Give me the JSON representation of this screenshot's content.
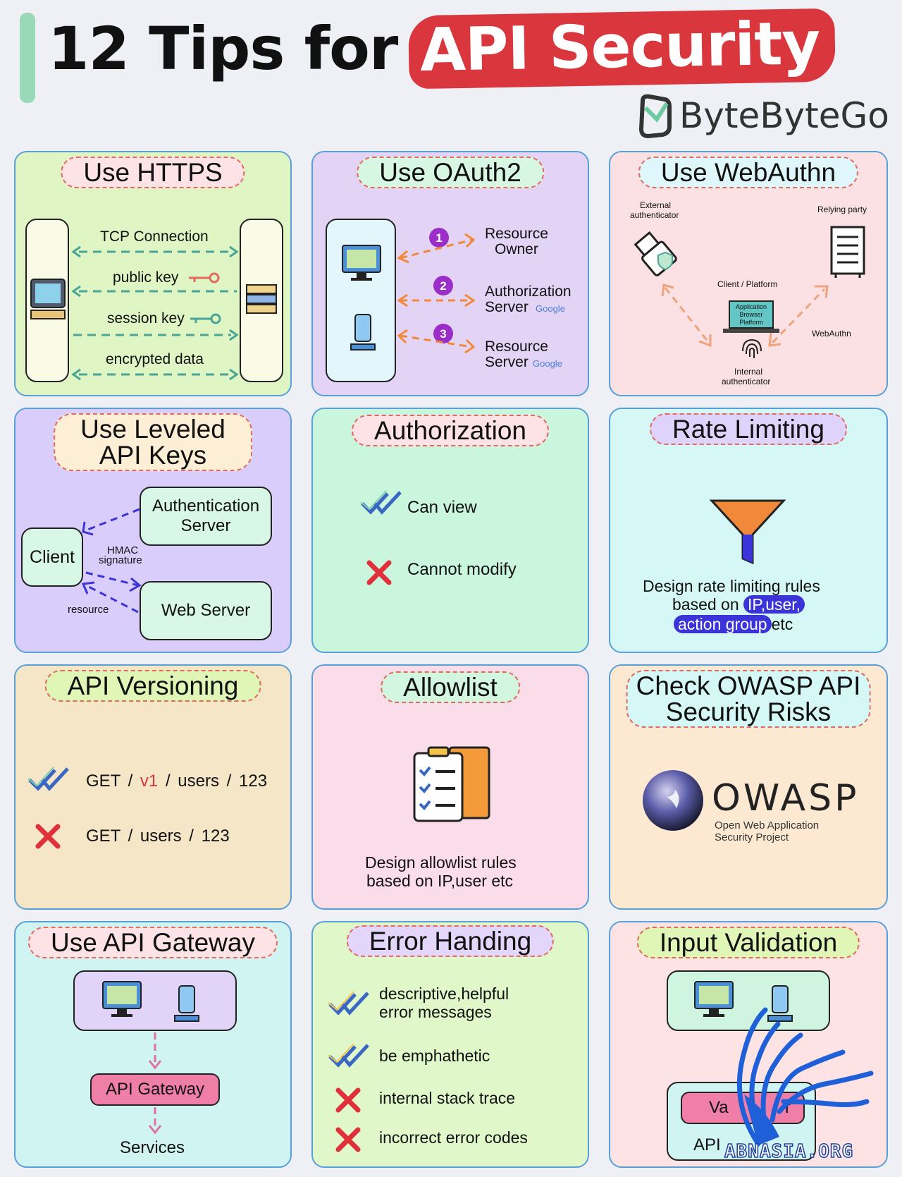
{
  "header": {
    "title_prefix": "12 Tips for",
    "title_highlight": "API Security",
    "brand": "ByteByteGo"
  },
  "panels": {
    "https": {
      "title": "Use HTTPS",
      "tcp": "TCP Connection",
      "public_key": "public key",
      "session_key": "session key",
      "encrypted": "encrypted data"
    },
    "oauth2": {
      "title": "Use OAuth2",
      "steps": [
        "1",
        "2",
        "3"
      ],
      "owner_1": "Resource",
      "owner_2": "Owner",
      "auth_1": "Authorization",
      "auth_2": "Server",
      "res_1": "Resource",
      "res_2": "Server",
      "google": "Google"
    },
    "webauthn": {
      "title": "Use WebAuthn",
      "external_1": "External",
      "external_2": "authenticator",
      "relying": "Relying party",
      "client": "Client / Platform",
      "app_1": "Application",
      "app_2": "Browser",
      "app_3": "Platform",
      "webauthn": "WebAuthn",
      "internal_1": "Internal",
      "internal_2": "authenticator"
    },
    "apikeys": {
      "title_1": "Use Leveled",
      "title_2": "API Keys",
      "client": "Client",
      "auth_1": "Authentication",
      "auth_2": "Server",
      "hmac_1": "HMAC",
      "hmac_2": "signature",
      "web": "Web Server",
      "resource": "resource"
    },
    "authorization": {
      "title": "Authorization",
      "can_view": "Can view",
      "cannot_modify": "Cannot modify"
    },
    "rate": {
      "title": "Rate Limiting",
      "line_1": "Design rate limiting rules",
      "based_on": "based on",
      "pill_1": "IP,user,",
      "pill_2": "action group",
      "etc": "etc"
    },
    "versioning": {
      "title": "API Versioning",
      "get": "GET",
      "slash": "/",
      "v1": "v1",
      "users": "users",
      "id": "123"
    },
    "allowlist": {
      "title": "Allowlist",
      "line_1": "Design allowlist rules",
      "line_2": "based on IP,user etc"
    },
    "owasp": {
      "title_1": "Check OWASP API",
      "title_2": "Security Risks",
      "logo": "OWASP",
      "sub_1": "Open Web Application",
      "sub_2": "Security Project"
    },
    "gateway": {
      "title": "Use API Gateway",
      "gateway": "API Gateway",
      "services": "Services"
    },
    "errors": {
      "title": "Error Handing",
      "good_1a": "descriptive,helpful",
      "good_1b": "error messages",
      "good_2": "be emphathetic",
      "bad_1": "internal stack trace",
      "bad_2": "incorrect error codes"
    },
    "validation": {
      "title": "Input Validation",
      "validator_partial": "Va",
      "validator_end": "r",
      "api_partial": "API"
    }
  },
  "watermark": "ABNASIA.ORG",
  "colors": {
    "accent_red": "#d9363e",
    "panel_border": "#5aa0d8",
    "dashed_title": "#e06b5e",
    "arrow_teal": "#4aa597",
    "arrow_orange": "#f08a3a",
    "arrow_blue": "#3b34d8",
    "check_blue": "#3a66c4",
    "cross_red": "#e0303a"
  }
}
